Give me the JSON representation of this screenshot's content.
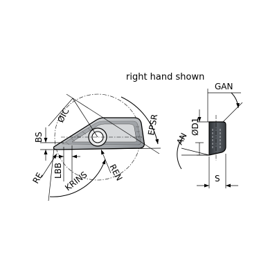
{
  "caption": "right hand shown",
  "labels": {
    "ic": "ØIC",
    "epsr": "EPSR",
    "bs": "BS",
    "re": "RE",
    "lbb": "LBB",
    "krins": "KRINS",
    "ren": "REN",
    "an": "AN",
    "d1": "ØD1",
    "gan": "GAN",
    "s": "S"
  },
  "colors": {
    "insert_fill": "#b9bcbf",
    "insert_dark": "#6b7075",
    "side_fill": "#4a4f55"
  }
}
